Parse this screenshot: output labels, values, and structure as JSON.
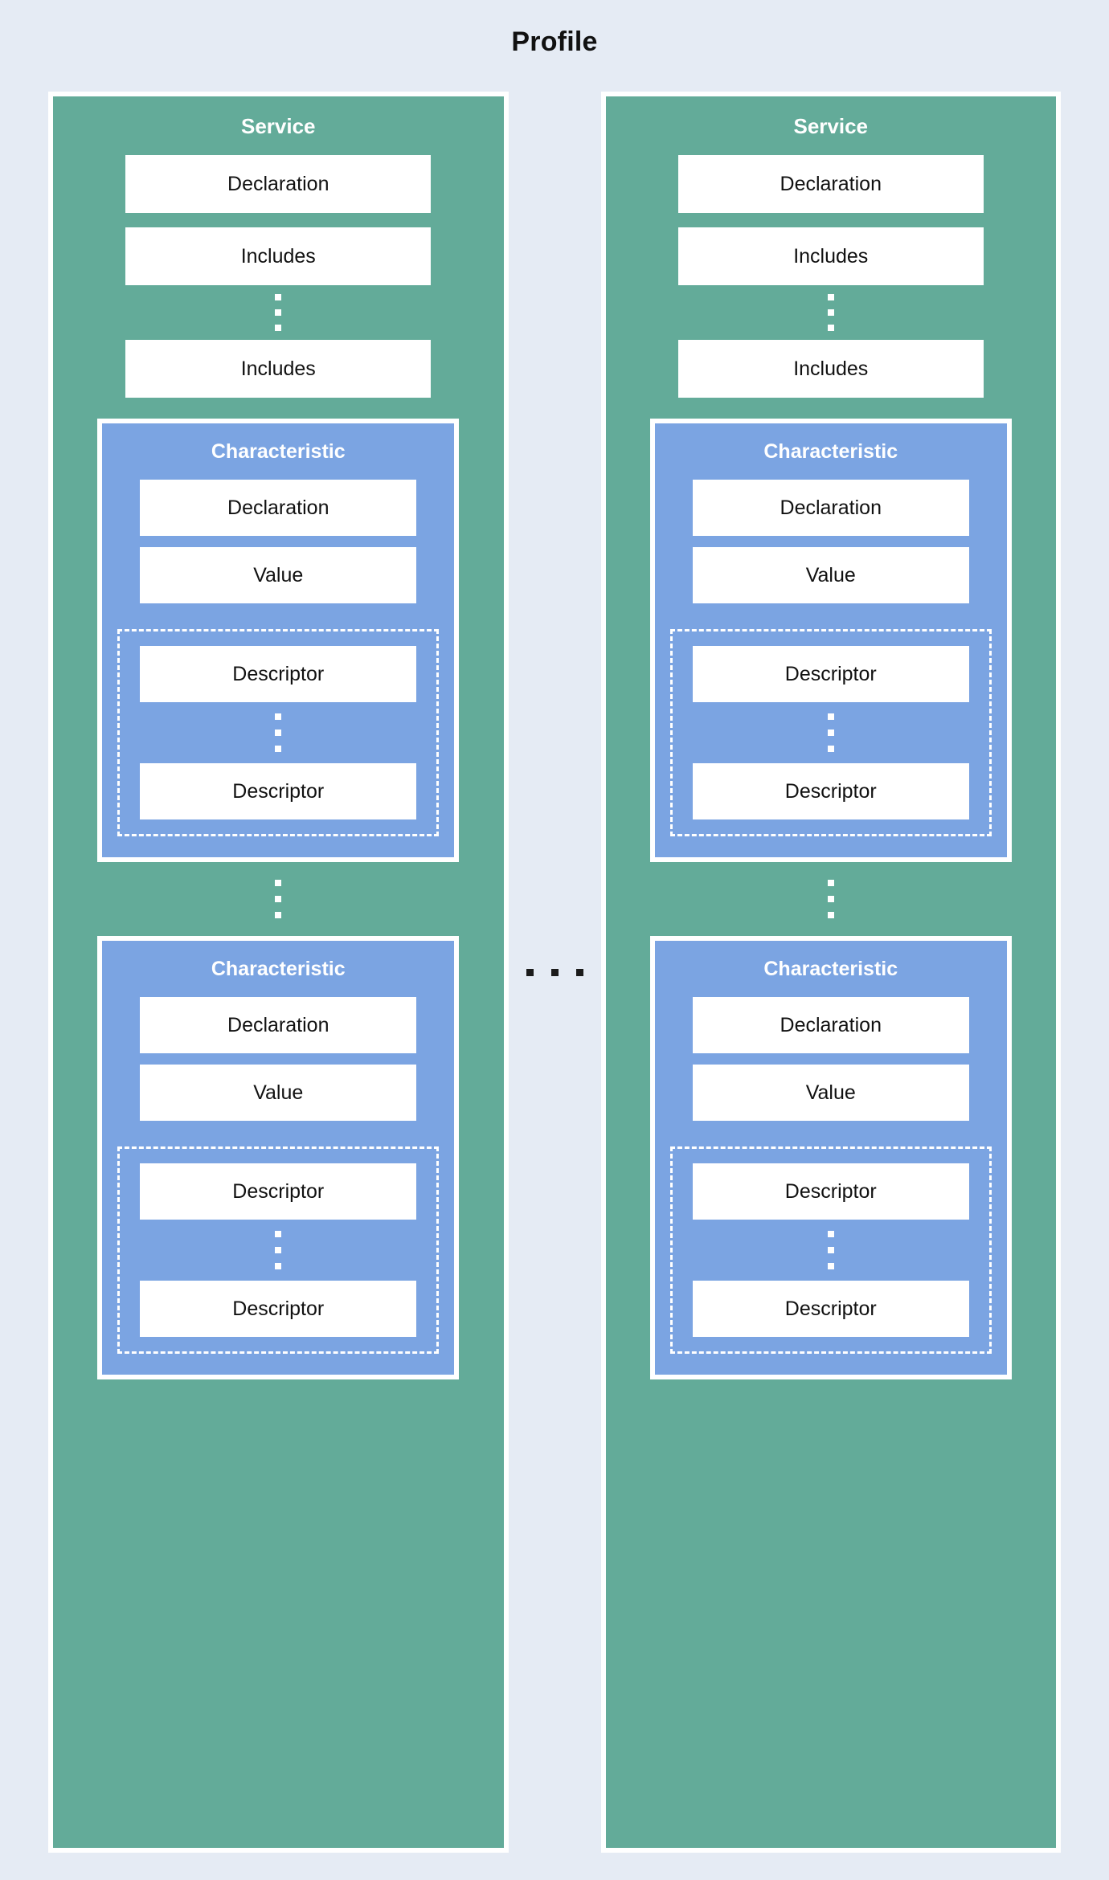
{
  "diagram": {
    "title": "Profile",
    "colors": {
      "background": "#e5ebf4",
      "service_fill": "#63ab99",
      "characteristic_fill": "#7ba4e2",
      "row_fill": "#ffffff",
      "border": "#ffffff",
      "title_text": "#111111",
      "ellipsis_dark": "#1b1b1b"
    },
    "between_columns_ellipsis": "...",
    "services": [
      {
        "title": "Service",
        "rows": [
          {
            "label": "Declaration"
          },
          {
            "label": "Includes"
          }
        ],
        "rows_ellipsis": "⋮",
        "rows_tail": {
          "label": "Includes"
        },
        "characteristics": [
          {
            "title": "Characteristic",
            "rows": [
              {
                "label": "Declaration"
              },
              {
                "label": "Value"
              }
            ],
            "descriptors": [
              {
                "label": "Descriptor"
              },
              {
                "label": "Descriptor"
              }
            ],
            "descriptors_ellipsis": "⋮"
          },
          {
            "title": "Characteristic",
            "rows": [
              {
                "label": "Declaration"
              },
              {
                "label": "Value"
              }
            ],
            "descriptors": [
              {
                "label": "Descriptor"
              },
              {
                "label": "Descriptor"
              }
            ],
            "descriptors_ellipsis": "⋮"
          }
        ],
        "characteristics_ellipsis": "⋮"
      },
      {
        "title": "Service",
        "rows": [
          {
            "label": "Declaration"
          },
          {
            "label": "Includes"
          }
        ],
        "rows_ellipsis": "⋮",
        "rows_tail": {
          "label": "Includes"
        },
        "characteristics": [
          {
            "title": "Characteristic",
            "rows": [
              {
                "label": "Declaration"
              },
              {
                "label": "Value"
              }
            ],
            "descriptors": [
              {
                "label": "Descriptor"
              },
              {
                "label": "Descriptor"
              }
            ],
            "descriptors_ellipsis": "⋮"
          },
          {
            "title": "Characteristic",
            "rows": [
              {
                "label": "Declaration"
              },
              {
                "label": "Value"
              }
            ],
            "descriptors": [
              {
                "label": "Descriptor"
              },
              {
                "label": "Descriptor"
              }
            ],
            "descriptors_ellipsis": "⋮"
          }
        ],
        "characteristics_ellipsis": "⋮"
      }
    ]
  }
}
